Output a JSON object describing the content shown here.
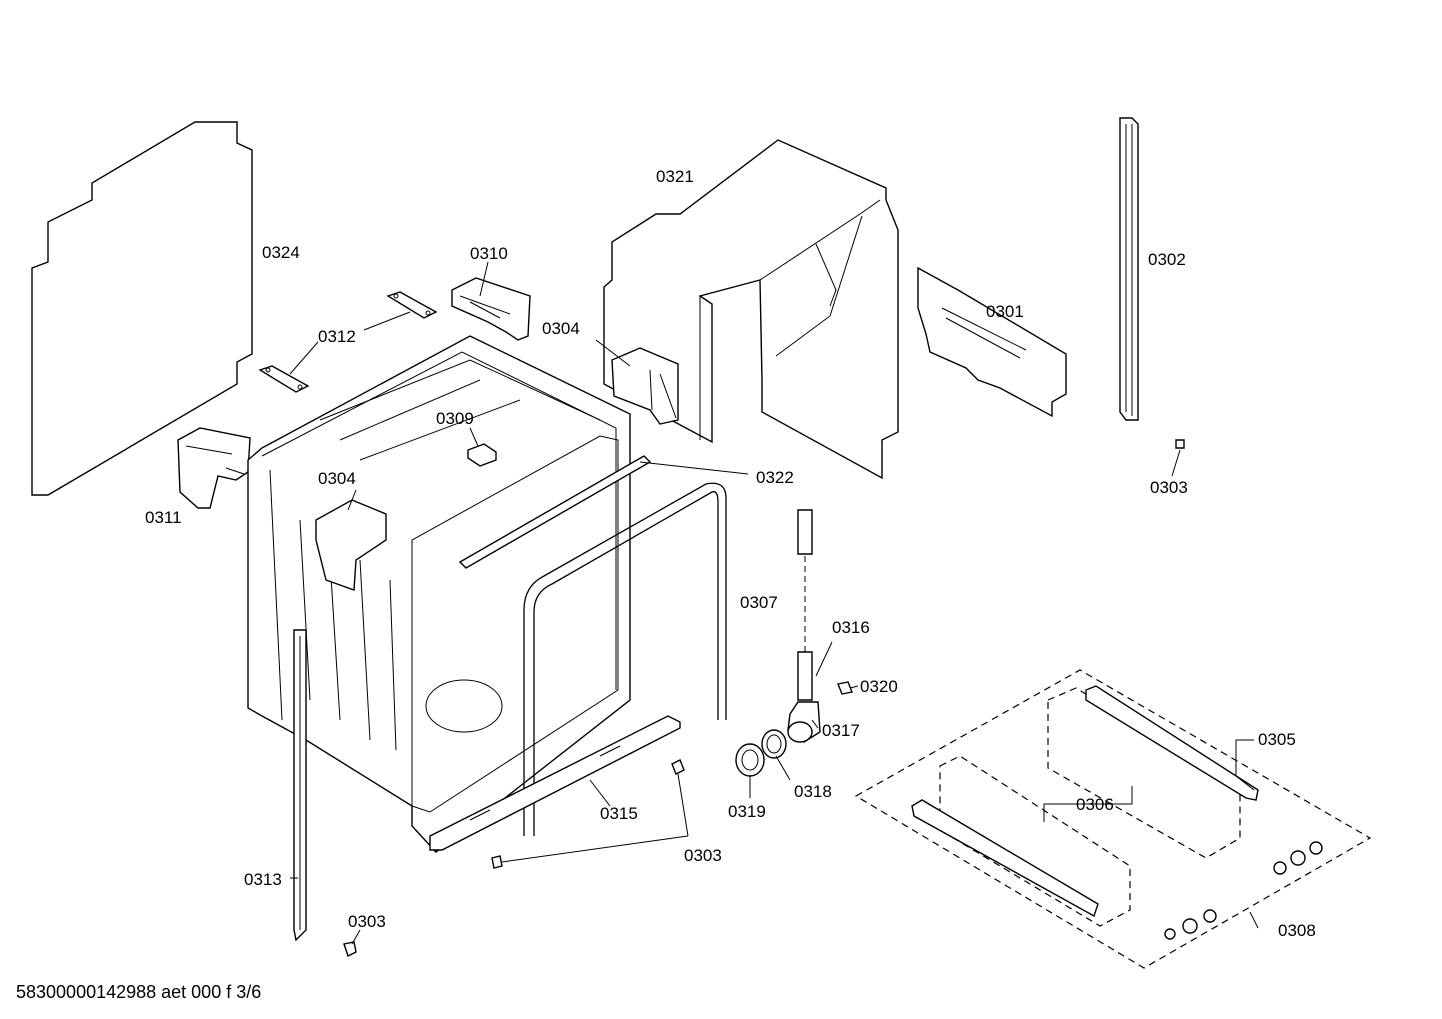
{
  "callouts": {
    "c0324": "0324",
    "c0312": "0312",
    "c0310": "0310",
    "c0304a": "0304",
    "c0321": "0321",
    "c0302": "0302",
    "c0301": "0301",
    "c0309": "0309",
    "c0304b": "0304",
    "c0322": "0322",
    "c0303a": "0303",
    "c0311": "0311",
    "c0307": "0307",
    "c0316": "0316",
    "c0320": "0320",
    "c0317": "0317",
    "c0305": "0305",
    "c0318": "0318",
    "c0319": "0319",
    "c0315": "0315",
    "c0306": "0306",
    "c0303b": "0303",
    "c0313": "0313",
    "c0303c": "0303",
    "c0308": "0308"
  },
  "footer": "58300000142988 aet 000 f 3/6"
}
